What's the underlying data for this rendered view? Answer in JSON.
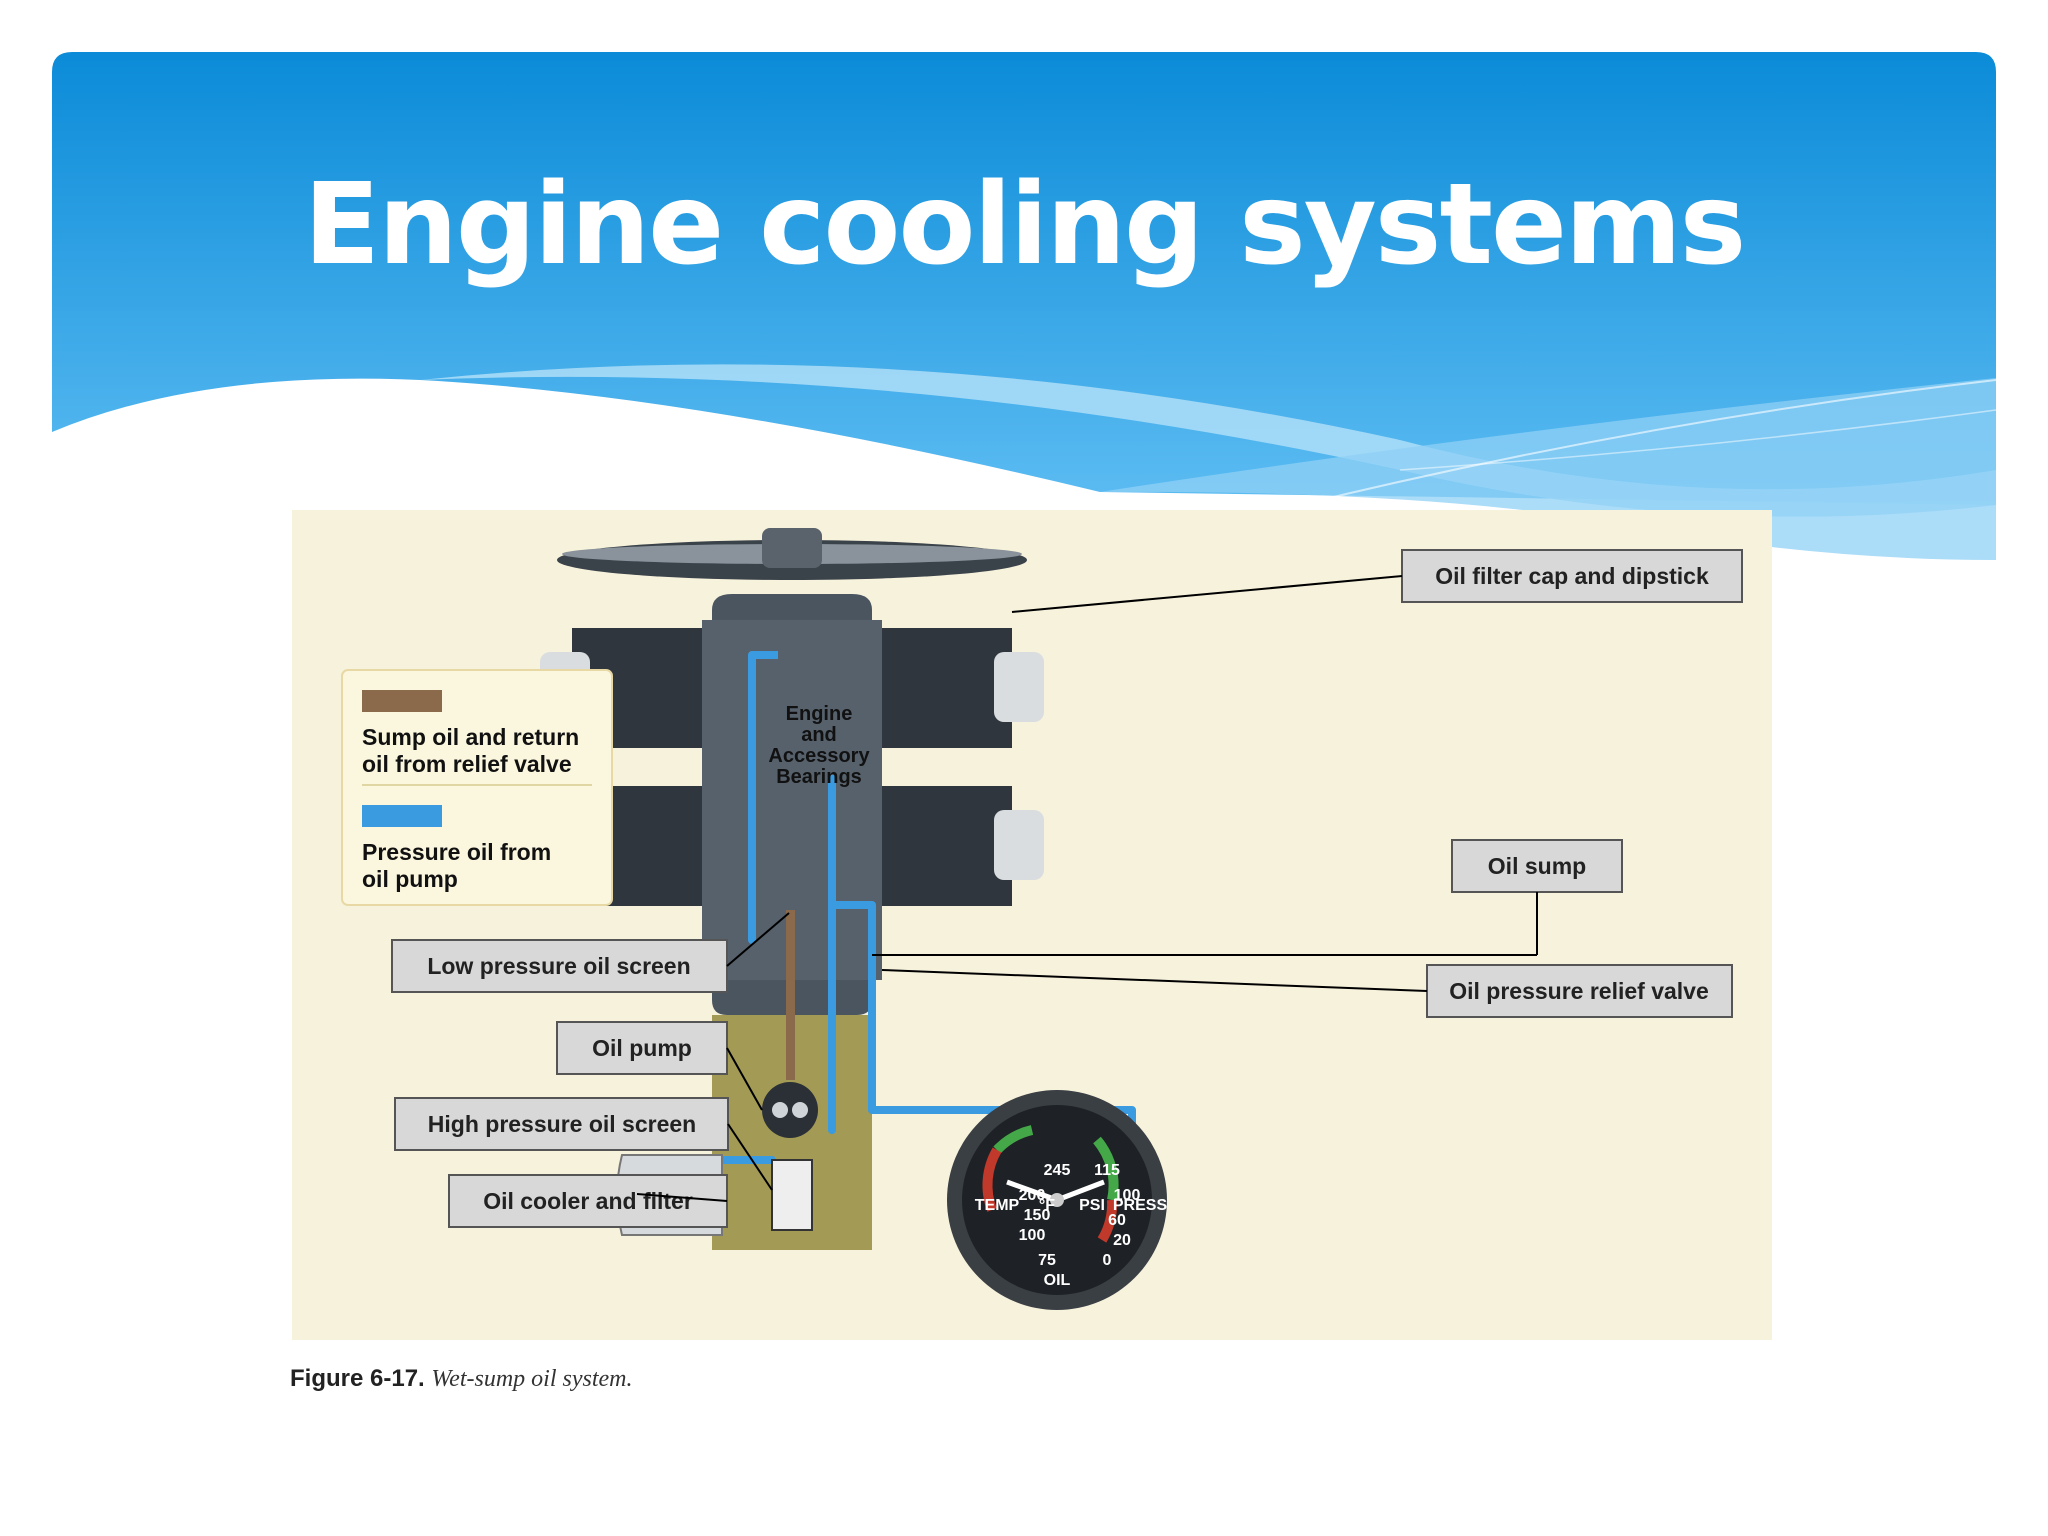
{
  "slide": {
    "title": "Engine cooling systems",
    "colors": {
      "header_top": "#0b8bd8",
      "header_bottom": "#4fb6f0",
      "wave_light": "#a9dcf7"
    }
  },
  "figure": {
    "legend": [
      {
        "line1": "Sump oil and return",
        "line2": "oil from relief valve",
        "swatch": "#8a6a4a"
      },
      {
        "line1": "Pressure oil from",
        "line2": "oil pump",
        "swatch": "#3a9be0"
      }
    ],
    "core_label": [
      "Engine",
      "and",
      "Accessory",
      "Bearings"
    ],
    "callouts": {
      "oil_filter_cap": "Oil filter cap and dipstick",
      "oil_sump": "Oil sump",
      "oil_pressure_relief": "Oil pressure relief valve",
      "low_pressure_screen": "Low pressure oil screen",
      "oil_pump": "Oil pump",
      "high_pressure_screen": "High pressure oil screen",
      "oil_cooler": "Oil cooler and filter"
    },
    "gauge": {
      "temp_label": "TEMP",
      "press_label": "PRESS",
      "unit_temp": "°F",
      "unit_press": "PSI",
      "name": "OIL",
      "temp_ticks": [
        "245",
        "200",
        "150",
        "100",
        "75"
      ],
      "press_ticks": [
        "115",
        "100",
        "60",
        "20",
        "0"
      ]
    },
    "caption": {
      "number": "Figure 6-17.",
      "description": "Wet-sump oil system."
    }
  }
}
